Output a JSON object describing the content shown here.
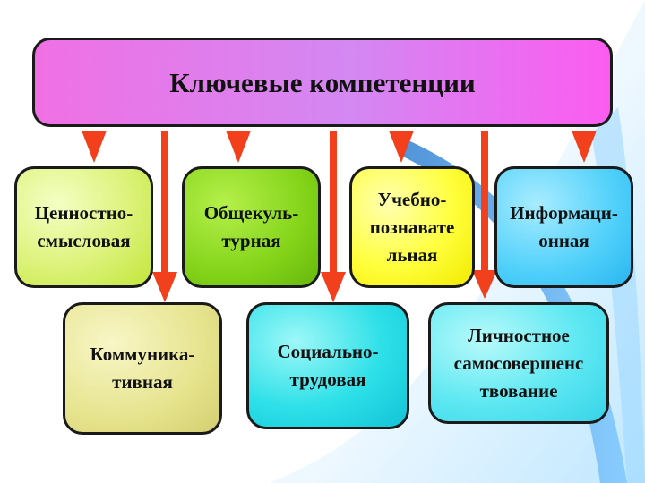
{
  "title": "Ключевые компетенции",
  "top_row": [
    {
      "id": "value",
      "text": "Ценностно-\nсмысловая"
    },
    {
      "id": "culture",
      "text": "Общекуль-\nтурная"
    },
    {
      "id": "cognitive",
      "text": "Учебно-\nпознавате\nльная"
    },
    {
      "id": "info",
      "text": "Информаци-\nонная"
    }
  ],
  "bottom_row": [
    {
      "id": "comm",
      "text": "Коммуника-\nтивная"
    },
    {
      "id": "social",
      "text": "Социально-\nтрудовая"
    },
    {
      "id": "personal",
      "text": "Личностное\nсамосовершенс\nтвование"
    }
  ],
  "colors": {
    "arrow": "#f2401c",
    "border": "#1a1a1a",
    "background_swoosh": "#bfe7ff"
  }
}
